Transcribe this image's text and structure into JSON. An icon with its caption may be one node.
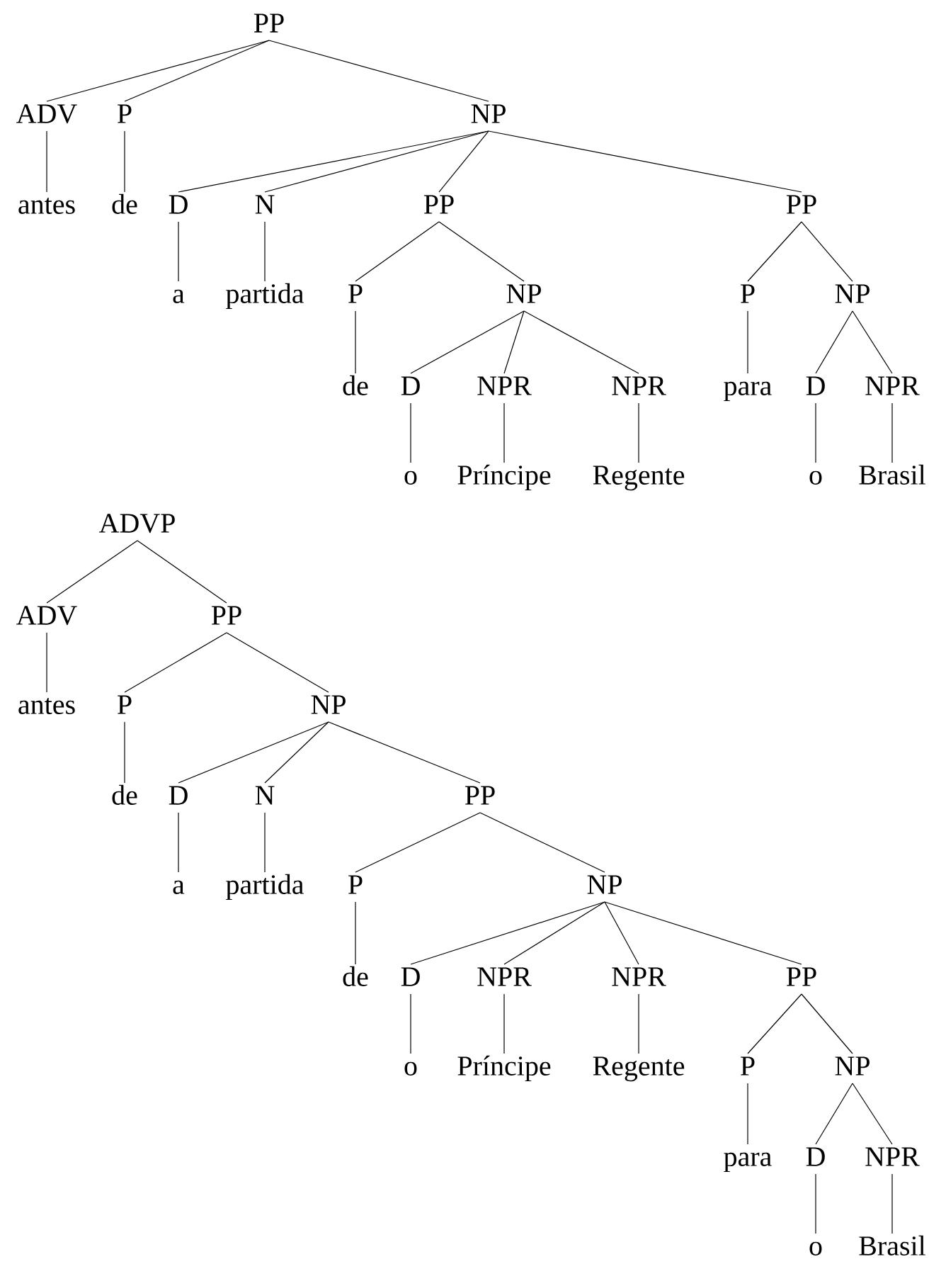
{
  "diagram": {
    "nodes": [
      {
        "text": [
          "PP"
        ]
      },
      {
        "text": [
          "ADV"
        ]
      },
      {
        "text": [
          "P"
        ]
      },
      {
        "text": [
          "NP"
        ]
      },
      {
        "text": [
          "antes"
        ]
      },
      {
        "text": [
          "de"
        ]
      },
      {
        "text": [
          "D"
        ]
      },
      {
        "text": [
          "N"
        ]
      },
      {
        "text": [
          "PP"
        ]
      },
      {
        "text": [
          "PP"
        ]
      },
      {
        "text": [
          "a"
        ]
      },
      {
        "text": [
          "partida"
        ]
      },
      {
        "text": [
          "P"
        ]
      },
      {
        "text": [
          "NP"
        ]
      },
      {
        "text": [
          "P"
        ]
      },
      {
        "text": [
          "NP"
        ]
      },
      {
        "text": [
          "de"
        ]
      },
      {
        "text": [
          "D"
        ]
      },
      {
        "text": [
          "NPR"
        ]
      },
      {
        "text": [
          "NPR"
        ]
      },
      {
        "text": [
          "para"
        ]
      },
      {
        "text": [
          "D"
        ]
      },
      {
        "text": [
          "NPR"
        ]
      },
      {
        "text": [
          "o"
        ]
      },
      {
        "text": [
          "Príncipe"
        ]
      },
      {
        "text": [
          "Regente"
        ]
      },
      {
        "text": [
          "o"
        ]
      },
      {
        "text": [
          "Brasil"
        ]
      },
      {
        "text": [
          "ADVP"
        ]
      },
      {
        "text": [
          "ADV"
        ]
      },
      {
        "text": [
          "PP"
        ]
      },
      {
        "text": [
          "antes"
        ]
      },
      {
        "text": [
          "P"
        ]
      },
      {
        "text": [
          "NP"
        ]
      },
      {
        "text": [
          "de"
        ]
      },
      {
        "text": [
          "D"
        ]
      },
      {
        "text": [
          "N"
        ]
      },
      {
        "text": [
          "PP"
        ]
      },
      {
        "text": [
          "a"
        ]
      },
      {
        "text": [
          "partida"
        ]
      },
      {
        "text": [
          "P"
        ]
      },
      {
        "text": [
          "NP"
        ]
      },
      {
        "text": [
          "de"
        ]
      },
      {
        "text": [
          "D"
        ]
      },
      {
        "text": [
          "NPR"
        ]
      },
      {
        "text": [
          "NPR"
        ]
      },
      {
        "text": [
          "PP"
        ]
      },
      {
        "text": [
          "o"
        ]
      },
      {
        "text": [
          "Príncipe"
        ]
      },
      {
        "text": [
          "Regente"
        ]
      },
      {
        "text": [
          "P"
        ]
      },
      {
        "text": [
          "NP"
        ]
      },
      {
        "text": [
          "para"
        ]
      },
      {
        "text": [
          "D"
        ]
      },
      {
        "text": [
          "NPR"
        ]
      },
      {
        "text": [
          "o"
        ]
      },
      {
        "text": [
          "Brasil"
        ]
      }
    ],
    "edges": [
      {
        "from": 0,
        "to": 1,
        "arrow": "none"
      },
      {
        "from": 0,
        "to": 2,
        "arrow": "none"
      },
      {
        "from": 0,
        "to": 3,
        "arrow": "none"
      },
      {
        "from": 1,
        "to": 4,
        "arrow": "none"
      },
      {
        "from": 2,
        "to": 5,
        "arrow": "none"
      },
      {
        "from": 3,
        "to": 6,
        "arrow": "none"
      },
      {
        "from": 3,
        "to": 7,
        "arrow": "none"
      },
      {
        "from": 3,
        "to": 8,
        "arrow": "none"
      },
      {
        "from": 3,
        "to": 9,
        "arrow": "none"
      },
      {
        "from": 6,
        "to": 10,
        "arrow": "none"
      },
      {
        "from": 7,
        "to": 11,
        "arrow": "none"
      },
      {
        "from": 8,
        "to": 12,
        "arrow": "none"
      },
      {
        "from": 8,
        "to": 13,
        "arrow": "none"
      },
      {
        "from": 9,
        "to": 14,
        "arrow": "none"
      },
      {
        "from": 9,
        "to": 15,
        "arrow": "none"
      },
      {
        "from": 12,
        "to": 16,
        "arrow": "none"
      },
      {
        "from": 13,
        "to": 17,
        "arrow": "none"
      },
      {
        "from": 13,
        "to": 18,
        "arrow": "none"
      },
      {
        "from": 13,
        "to": 19,
        "arrow": "none"
      },
      {
        "from": 14,
        "to": 20,
        "arrow": "none"
      },
      {
        "from": 15,
        "to": 21,
        "arrow": "none"
      },
      {
        "from": 15,
        "to": 22,
        "arrow": "none"
      },
      {
        "from": 17,
        "to": 23,
        "arrow": "none"
      },
      {
        "from": 18,
        "to": 24,
        "arrow": "none"
      },
      {
        "from": 19,
        "to": 25,
        "arrow": "none"
      },
      {
        "from": 21,
        "to": 26,
        "arrow": "none"
      },
      {
        "from": 22,
        "to": 27,
        "arrow": "none"
      },
      {
        "from": 28,
        "to": 29,
        "arrow": "none"
      },
      {
        "from": 28,
        "to": 30,
        "arrow": "none"
      },
      {
        "from": 29,
        "to": 31,
        "arrow": "none"
      },
      {
        "from": 30,
        "to": 32,
        "arrow": "none"
      },
      {
        "from": 30,
        "to": 33,
        "arrow": "none"
      },
      {
        "from": 32,
        "to": 34,
        "arrow": "none"
      },
      {
        "from": 33,
        "to": 35,
        "arrow": "none"
      },
      {
        "from": 33,
        "to": 36,
        "arrow": "none"
      },
      {
        "from": 33,
        "to": 37,
        "arrow": "none"
      },
      {
        "from": 35,
        "to": 38,
        "arrow": "none"
      },
      {
        "from": 36,
        "to": 39,
        "arrow": "none"
      },
      {
        "from": 37,
        "to": 40,
        "arrow": "none"
      },
      {
        "from": 37,
        "to": 41,
        "arrow": "none"
      },
      {
        "from": 40,
        "to": 42,
        "arrow": "none"
      },
      {
        "from": 41,
        "to": 43,
        "arrow": "none"
      },
      {
        "from": 41,
        "to": 44,
        "arrow": "none"
      },
      {
        "from": 41,
        "to": 45,
        "arrow": "none"
      },
      {
        "from": 41,
        "to": 46,
        "arrow": "none"
      },
      {
        "from": 43,
        "to": 47,
        "arrow": "none"
      },
      {
        "from": 44,
        "to": 48,
        "arrow": "none"
      },
      {
        "from": 45,
        "to": 49,
        "arrow": "none"
      },
      {
        "from": 46,
        "to": 50,
        "arrow": "none"
      },
      {
        "from": 46,
        "to": 51,
        "arrow": "none"
      },
      {
        "from": 50,
        "to": 52,
        "arrow": "none"
      },
      {
        "from": 51,
        "to": 53,
        "arrow": "none"
      },
      {
        "from": 51,
        "to": 54,
        "arrow": "none"
      },
      {
        "from": 53,
        "to": 55,
        "arrow": "none"
      },
      {
        "from": 54,
        "to": 56,
        "arrow": "none"
      }
    ]
  }
}
